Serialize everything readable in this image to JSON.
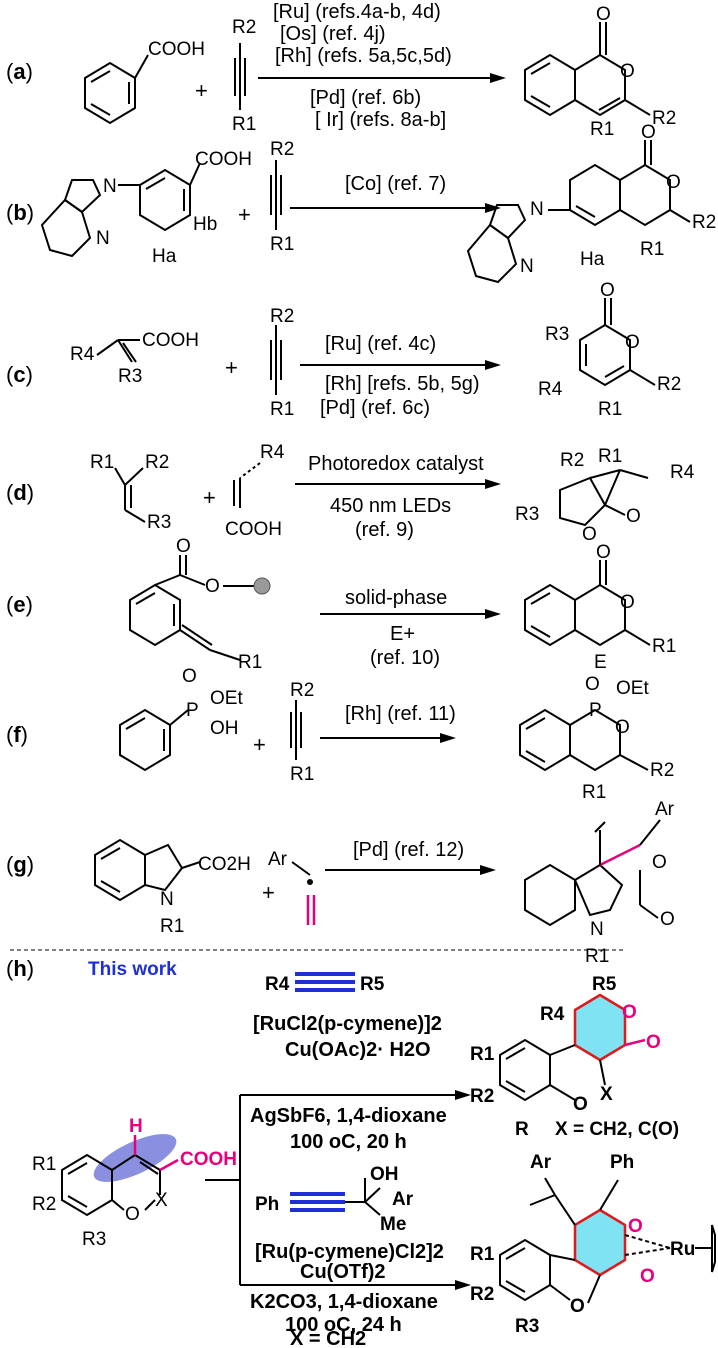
{
  "labels": {
    "a": "a",
    "b": "b",
    "c": "c",
    "d": "d",
    "e": "e",
    "f": "f",
    "g": "g",
    "h": "h"
  },
  "this_work": "This work",
  "a": {
    "acid": "COOH",
    "r2": "R2",
    "r1": "R1",
    "cond1": "[Ru] (refs.4a-b, 4d)",
    "cond2": "[Os] (ref. 4j)",
    "cond3": "[Rh] (refs. 5a,5c,5d)",
    "cond4": "[Pd] (ref. 6b)",
    "cond5": "[ Ir] (refs. 8a-b]",
    "prod_o": "O",
    "prod_o2": "O",
    "prod_r2": "R2",
    "prod_r1": "R1"
  },
  "b": {
    "acid": "COOH",
    "hb": "Hb",
    "ha": "Ha",
    "n1": "N",
    "n2": "N",
    "r2": "R2",
    "r1": "R1",
    "cond": "[Co] (ref. 7)",
    "prod_o": "O",
    "prod_o2": "O",
    "prod_r2": "R2",
    "prod_r1": "R1",
    "prod_ha": "Ha",
    "prod_n1": "N",
    "prod_n2": "N"
  },
  "c": {
    "r4": "R4",
    "acid": "COOH",
    "r3": "R3",
    "r2": "R2",
    "r1": "R1",
    "cond1": "[Ru] (ref. 4c)",
    "cond2": "[Rh] [refs. 5b, 5g)",
    "cond3": "[Pd] (ref. 6c)",
    "prod_o": "O",
    "prod_o2": "O",
    "prod_r3": "R3",
    "prod_r4": "R4",
    "prod_r2": "R2",
    "prod_r1": "R1"
  },
  "d": {
    "r1": "R1",
    "r2": "R2",
    "r3": "R3",
    "r4": "R4",
    "acid": "COOH",
    "cond1": "Photoredox  catalyst",
    "cond2": "450 nm LEDs",
    "cond3": "(ref. 9)",
    "prod_r2": "R2",
    "prod_r1": "R1",
    "prod_r4": "R4",
    "prod_r3": "R3",
    "prod_o": "O",
    "prod_o2": "O"
  },
  "e": {
    "o1": "O",
    "o2": "O",
    "r1": "R1",
    "cond1": "solid-phase",
    "cond2": "E+",
    "cond3": "(ref. 10)",
    "prod_o": "O",
    "prod_o2": "O",
    "prod_r1": "R1",
    "prod_e": "E"
  },
  "f": {
    "o": "O",
    "p": "P",
    "oet": "OEt",
    "oh": "OH",
    "r2": "R2",
    "r1": "R1",
    "cond": "[Rh] (ref. 11)",
    "prod_o": "O",
    "prod_p": "P",
    "prod_oet": "OEt",
    "prod_o2": "O",
    "prod_r2": "R2",
    "prod_r1": "R1"
  },
  "g": {
    "acid": "CO2H",
    "n": "N",
    "r1": "R1",
    "ar": "Ar",
    "cond": "[Pd] (ref. 12)",
    "prod_ar": "Ar",
    "prod_o": "O",
    "prod_o2": "O",
    "prod_n": "N",
    "prod_r1": "R1"
  },
  "h": {
    "sm_h": "H",
    "sm_acid": "COOH",
    "sm_r1": "R1",
    "sm_r2": "R2",
    "sm_r3": "R3",
    "sm_o": "O",
    "sm_x": "X",
    "alkyne_r4": "R4",
    "alkyne_r5": "R5",
    "top_cond1": "[RuCl2(p-cymene)]2",
    "top_cond2": "Cu(OAc)2· H2O",
    "top_cond3": "AgSbF6, 1,4-dioxane",
    "top_cond4": "100 oC, 20 h",
    "top_prod_r5": "R5",
    "top_prod_r4": "R4",
    "top_prod_r1": "R1",
    "top_prod_r2": "R2",
    "top_prod_r": "R",
    "top_prod_o": "O",
    "top_prod_x": "X",
    "top_prod_o2": "O",
    "top_prod_xdef": "X = CH2, C(O)",
    "alk2_ph": "Ph",
    "alk2_oh": "OH",
    "alk2_ar": "Ar",
    "alk2_me": "Me",
    "bot_cond1": "[Ru(p-cymene)Cl2]2",
    "bot_cond2": "Cu(OTf)2",
    "bot_cond3": "K2CO3, 1,4-dioxane",
    "bot_cond4": "100 oC, 24 h",
    "bot_cond5": "X = CH2",
    "bot_prod_ar": "Ar",
    "bot_prod_ph": "Ph",
    "bot_prod_o": "O",
    "bot_prod_ru": "Ru",
    "bot_prod_o2": "O",
    "bot_prod_o3": "O",
    "bot_prod_r1": "R1",
    "bot_prod_r2": "R2",
    "bot_prod_r3": "R3"
  },
  "colors": {
    "magenta": "#e6007e",
    "blue": "#1f2fd8",
    "red": "#e0191b",
    "cyan": "#7fe3f4",
    "lavender": "#8a8fe0"
  }
}
